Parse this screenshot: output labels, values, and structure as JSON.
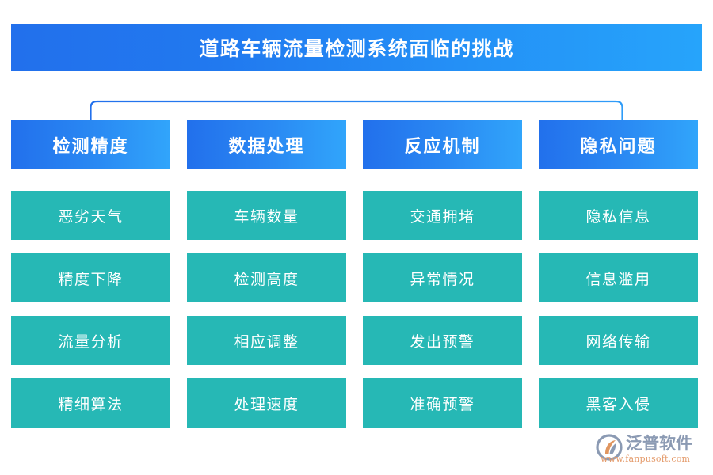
{
  "diagram": {
    "title": "道路车辆流量检测系统面临的挑战",
    "colors": {
      "title_gradient_start": "#2270ec",
      "title_gradient_end": "#26a4fb",
      "header_gradient_start": "#2270ec",
      "header_gradient_end": "#31a5fb",
      "item_fill": "#26b8b5",
      "connector_line": "#2f86f0",
      "background": "#ffffff",
      "text_on_fill": "#ffffff"
    },
    "columns": [
      {
        "header": "检测精度",
        "items": [
          "恶劣天气",
          "精度下降",
          "流量分析",
          "精细算法"
        ]
      },
      {
        "header": "数据处理",
        "items": [
          "车辆数量",
          "检测高度",
          "相应调整",
          "处理速度"
        ]
      },
      {
        "header": "反应机制",
        "items": [
          "交通拥堵",
          "异常情况",
          "发出预警",
          "准确预警"
        ]
      },
      {
        "header": "隐私问题",
        "items": [
          "隐私信息",
          "信息滥用",
          "网络传输",
          "黑客入侵"
        ]
      }
    ]
  },
  "logo": {
    "name": "泛普软件",
    "url": "www.fanpusoft.com",
    "mark_color_ring": "#8b9ab3",
    "mark_color_accent": "#e0955f"
  }
}
